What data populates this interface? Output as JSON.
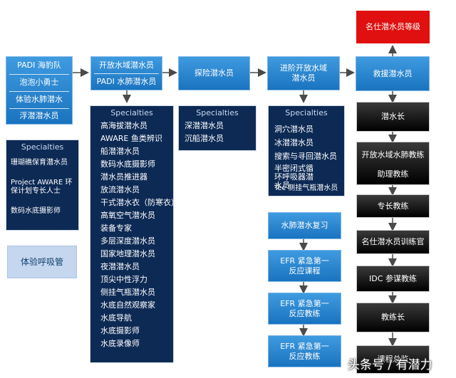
{
  "col1": {
    "items": [
      "PADI 海豹队",
      "泡泡小勇士",
      "体验水肺潜水",
      "浮潜潜水员"
    ],
    "spec_title": "Specialties",
    "spec_items": [
      "珊瑚礁保育潜水员",
      "Project AWARE 环保计划专长人士",
      "数码水底摄影师"
    ],
    "experience": "体验呼吸管"
  },
  "col2": {
    "items": [
      "开放水域潜水员",
      "PADI 水肺潜水员"
    ],
    "spec_title": "Specialties",
    "spec_items": [
      "高海拔潜水员",
      "AWARE 鱼类辨识",
      "船潜潜水员",
      "数码水底摄影师",
      "潜水员推进器",
      "放流潜水员",
      "干式潜水衣（防寒衣）潜水员",
      "高氧空气潜水员",
      "装备专家",
      "多层深度潜水员",
      "国家地理潜水员",
      "夜潜潜水员",
      "顶尖中性浮力",
      "侧挂气瓶潜水员",
      "水底自然观察家",
      "水底导航",
      "水底摄影师",
      "水底录像师"
    ]
  },
  "col3": {
    "title": "探险潜水员",
    "spec_title": "Specialties",
    "spec_items": [
      "深潜潜水员",
      "沉船潜水员"
    ]
  },
  "col4": {
    "title": "进阶开放水域潜水员",
    "spec_title": "Specialties",
    "spec_items": [
      "洞穴潜水员",
      "冰潜潜水员",
      "搜索与寻回潜水员",
      "半密闭式循环呼吸器潜水员",
      "Tec 侧挂气瓶潜水员"
    ],
    "review": "水肺潜水复习",
    "efr": [
      "EFR 紧急第一反应课程",
      "EFR 紧急第一反应教练",
      "EFR 紧急第一反应教练"
    ]
  },
  "col5": {
    "top": "名仕潜水员等级",
    "rescue": "救援潜水员",
    "pro": [
      "潜水长",
      "开放水域水肺教练",
      "助理教练",
      "专长教练",
      "名仕潜水员训练官",
      "IDC 参谋教练",
      "教练长",
      "课程总监"
    ]
  },
  "watermark": "头条号 / 有潜力",
  "colors": {
    "blue": "#2a86d4",
    "navy": "#0d2a55",
    "black": "#111111",
    "red": "#e01010",
    "light": "#c5d7ee"
  }
}
